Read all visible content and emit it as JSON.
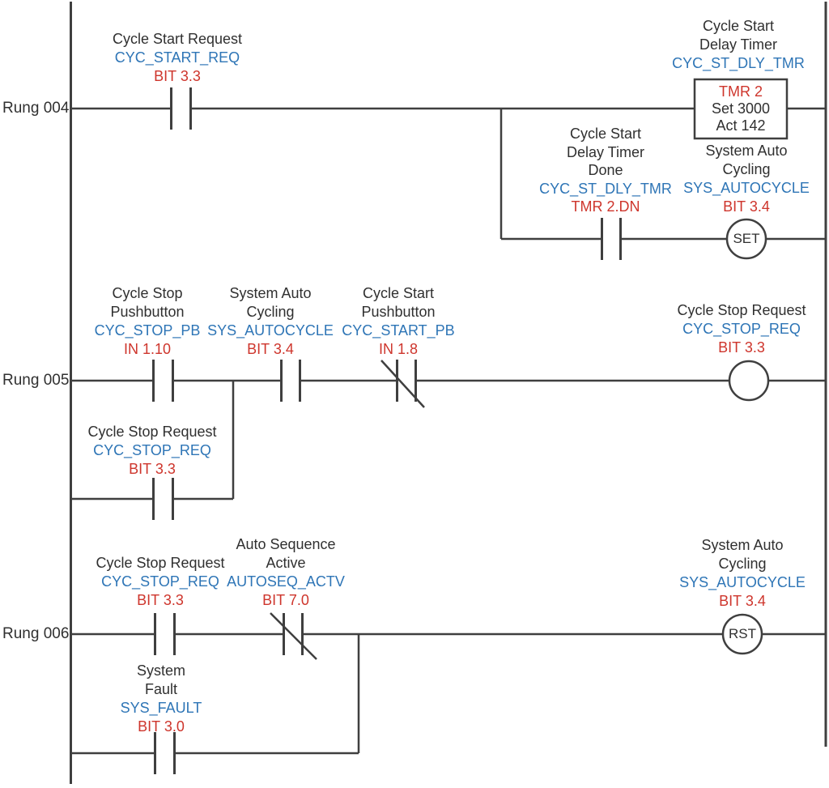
{
  "diagram_type": "plc-ladder-logic",
  "colors": {
    "wire": "#3F3F3F",
    "description_text": "#303030",
    "tag_text": "#2E75B6",
    "address_text": "#CE352C",
    "background": "#FFFFFF"
  },
  "rungs": {
    "r4": {
      "label": "Rung 004",
      "contact1": {
        "desc": "Cycle Start Request",
        "tag": "CYC_START_REQ",
        "addr": "BIT 3.3"
      },
      "timer": {
        "desc1": "Cycle Start",
        "desc2": "Delay Timer",
        "tag": "CYC_ST_DLY_TMR",
        "name": "TMR 2",
        "preset": "Set 3000",
        "accum": "Act 142"
      },
      "contact2": {
        "desc1": "Cycle Start",
        "desc2": "Delay Timer",
        "desc3": "Done",
        "tag": "CYC_ST_DLY_TMR",
        "addr": "TMR 2.DN"
      },
      "coil": {
        "desc1": "System Auto",
        "desc2": "Cycling",
        "tag": "SYS_AUTOCYCLE",
        "addr": "BIT 3.4",
        "type": "SET"
      }
    },
    "r5": {
      "label": "Rung 005",
      "contact1": {
        "desc1": "Cycle Stop",
        "desc2": "Pushbutton",
        "tag": "CYC_STOP_PB",
        "addr": "IN 1.10"
      },
      "contact2": {
        "desc1": "System Auto",
        "desc2": "Cycling",
        "tag": "SYS_AUTOCYCLE",
        "addr": "BIT 3.4"
      },
      "contact3": {
        "desc1": "Cycle Start",
        "desc2": "Pushbutton",
        "tag": "CYC_START_PB",
        "addr": "IN 1.8"
      },
      "branch_contact": {
        "desc": "Cycle Stop Request",
        "tag": "CYC_STOP_REQ",
        "addr": "BIT 3.3"
      },
      "coil": {
        "desc": "Cycle Stop Request",
        "tag": "CYC_STOP_REQ",
        "addr": "BIT 3.3"
      }
    },
    "r6": {
      "label": "Rung 006",
      "contact1": {
        "desc": "Cycle Stop Request",
        "tag": "CYC_STOP_REQ",
        "addr": "BIT 3.3"
      },
      "contact2": {
        "desc1": "Auto Sequence",
        "desc2": "Active",
        "tag": "AUTOSEQ_ACTV",
        "addr": "BIT 7.0"
      },
      "branch_contact": {
        "desc1": "System",
        "desc2": "Fault",
        "tag": "SYS_FAULT",
        "addr": "BIT 3.0"
      },
      "coil": {
        "desc1": "System Auto",
        "desc2": "Cycling",
        "tag": "SYS_AUTOCYCLE",
        "addr": "BIT 3.4",
        "type": "RST"
      }
    }
  }
}
